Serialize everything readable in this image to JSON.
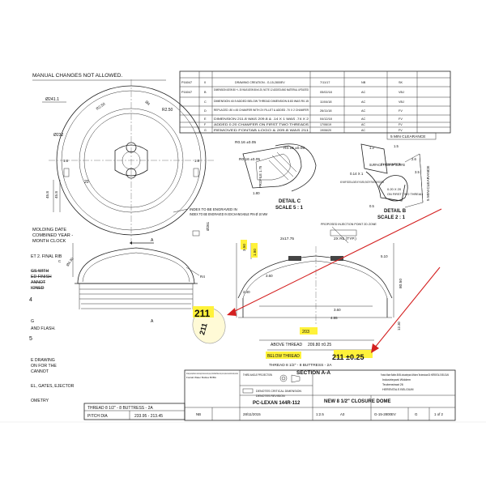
{
  "header_note": "MANUAL CHANGES NOT ALLOWED.",
  "revision_table": {
    "rows": [
      {
        "ref": "P16047",
        "rev": "0",
        "desc": "DRAWING CREATION - G-15-2800EV",
        "date": "7/11/17",
        "by": "NB",
        "chk": "SK"
      },
      {
        "ref": "P16047",
        "rev": "B",
        "desc": "DIMENSION Ø209.80 +/- 30 WAS Ø209.80±0.25, NOTE 12 ADDED AND MATERIAL UPDATED",
        "date": "05/02/18",
        "by": "AC",
        "chk": "VBJ"
      },
      {
        "ref": "",
        "rev": "C",
        "desc": "DIMENSION 40.9 ADDED BELOW THREAD DIMENSION 8.83 WAS R0.15",
        "date": "11/04/18",
        "by": "AC",
        "chk": "VBJ"
      },
      {
        "ref": "",
        "rev": "D",
        "desc": "REPLACED .80 x 45 CHAMFER WITH 2X FILLET & ADDED .7X X 2 CHAMFER",
        "date": "26/11/18",
        "by": "AC",
        "chk": "FV"
      },
      {
        "ref": "",
        "rev": "E",
        "desc": "DIMENSION 211.8 WAS 209.8 & .14 X 1 WAS .74 X 2",
        "date": "04/12/18",
        "by": "AC",
        "chk": "FV"
      },
      {
        "ref": "",
        "rev": "F",
        "desc": "ADDED 0.20 CHAMFER ON FIRST TWO THREADS",
        "date": "17/06/19",
        "by": "AC",
        "chk": "FV"
      },
      {
        "ref": "",
        "rev": "G",
        "desc": "REMOVED FONTAB LOGO & 209.8 WAS 211",
        "date": "19/06/20",
        "by": "AC",
        "chk": "FV"
      }
    ]
  },
  "left_notes": [
    "MOLDING DATE",
    "COMBINED YEAR -",
    "MONTH CLOCK",
    "ET 2. FINAL RIB",
    "GS WITH",
    "ED FINISH",
    "ANNOT",
    "IONED",
    "G",
    "AND FLASH.",
    "E DRAWING",
    "ON FOR THE",
    "CANNOT",
    "EL, GATES, EJECTOR",
    "OMETRY"
  ],
  "top_view": {
    "dims": [
      "Ø241.1",
      "Ø232",
      "R2.50",
      "R2.50",
      "Ø4",
      "20",
      "45.8",
      "45.8",
      "Ø261",
      "1.8",
      "1.8"
    ],
    "index_note": "INDEX TO BE ENGRAVED IN EXCHANGABLE PIN Ø 10 MM"
  },
  "detail_c": {
    "title": "DETAIL C",
    "scale": "SCALE 5 : 1",
    "dims": [
      "R0.16 ±0.05",
      "R0.16 ±0.05",
      "R0.16 ±0.05",
      "PROFILE 1.75",
      "1.80"
    ]
  },
  "detail_b": {
    "title": "DETAIL B",
    "scale": "SCALE 2 : 1",
    "clearance": "5 MIN CLEARANCE",
    "notes": [
      "SURFACE FREE OF BURRS",
      "0.14 X 1",
      "NO SHARP EDGES ALLOWED IN THIS AREA, SMOOTH TRANSITION REQUIRED",
      "0.20 X 20",
      "ON FIRST TWO THREAD",
      "2X CHAMFER"
    ],
    "dims": [
      "1.2",
      "1.5",
      "2.6",
      "3.5",
      "0.5",
      "5 MIN CLEARANCE"
    ]
  },
  "side_view": {
    "labels": [
      "C",
      "A",
      "A",
      "R4",
      "Ø4.30"
    ]
  },
  "section": {
    "title": "SECTION A-A",
    "dims": [
      "3.50",
      "1.80",
      "2x17.75",
      "2X R5 (TYP.)",
      "3.60",
      "5.10",
      "80.50",
      "2.40",
      "12.30",
      "3.60",
      "4.55"
    ],
    "above_thread_label": "ABOVE THREAD",
    "above_thread_value": "209.80 ±0.25",
    "below_thread_label": "BELOW THREAD",
    "thread_spec": "THREAD 8 1/2\" - 8 BUTTRESS - 2A",
    "proposed_note": "PROPOSED INJECTION POINT 2D ZONE",
    "hl_203": "203"
  },
  "handwritten": {
    "callout_211": "211",
    "below_value": "211 ±0.25"
  },
  "title_block": {
    "general_text": "All drawings and specifications in and accompany this document are the property of Fontab Water Bottles and may not be reproduced or used without written permission",
    "projection": "THIRD ANGLE PROJECTION",
    "critical_dim": "DENOTES CRITICAL DIMENSION",
    "revision_note": "DENOTES REVISION",
    "material": "PC-LEXAN 144R-112",
    "part_name": "NEW 8 1/2\" CLOSURE DOME",
    "company": "Fontab Water Bottles BVBA Industriepark Widdem Teubenstraat 26 HERENTALS BELGIUM",
    "scale": "1:2.5",
    "drawing_no": "G-15-2800EV",
    "sheet": "1 of 2",
    "date": "28/11/2015",
    "by": "NB",
    "size": "A3"
  },
  "thread_table": {
    "title": "THREAD 8 1/2\" - 8 BUTTRESS - 2A",
    "row_label": "PITCH DIA",
    "row_value": "233.95 - 213.45"
  },
  "colors": {
    "line": "#222222",
    "highlight": "#fff23a",
    "arrow": "#d42020"
  }
}
